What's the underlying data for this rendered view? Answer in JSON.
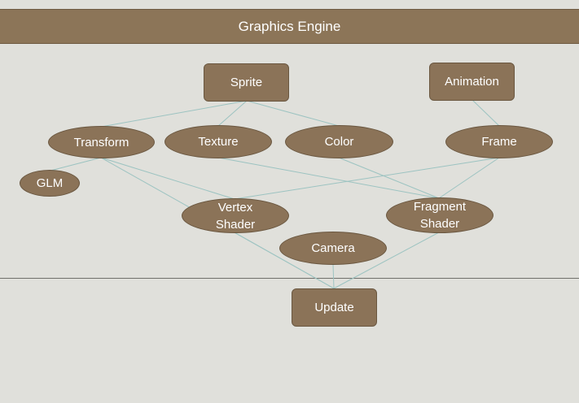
{
  "title": "Graphics Engine",
  "nodes": {
    "sprite": "Sprite",
    "animation": "Animation",
    "transform": "Transform",
    "texture": "Texture",
    "color": "Color",
    "frame": "Frame",
    "glm": "GLM",
    "vertex_shader_line1": "Vertex",
    "vertex_shader_line2": "Shader",
    "fragment_shader_line1": "Fragment",
    "fragment_shader_line2": "Shader",
    "camera": "Camera",
    "update": "Update"
  },
  "colors": {
    "background": "#e0e0db",
    "node_fill": "#8b7358",
    "banner_fill": "#8c7558",
    "edge": "#9cc3c1",
    "text": "#ffffff"
  }
}
